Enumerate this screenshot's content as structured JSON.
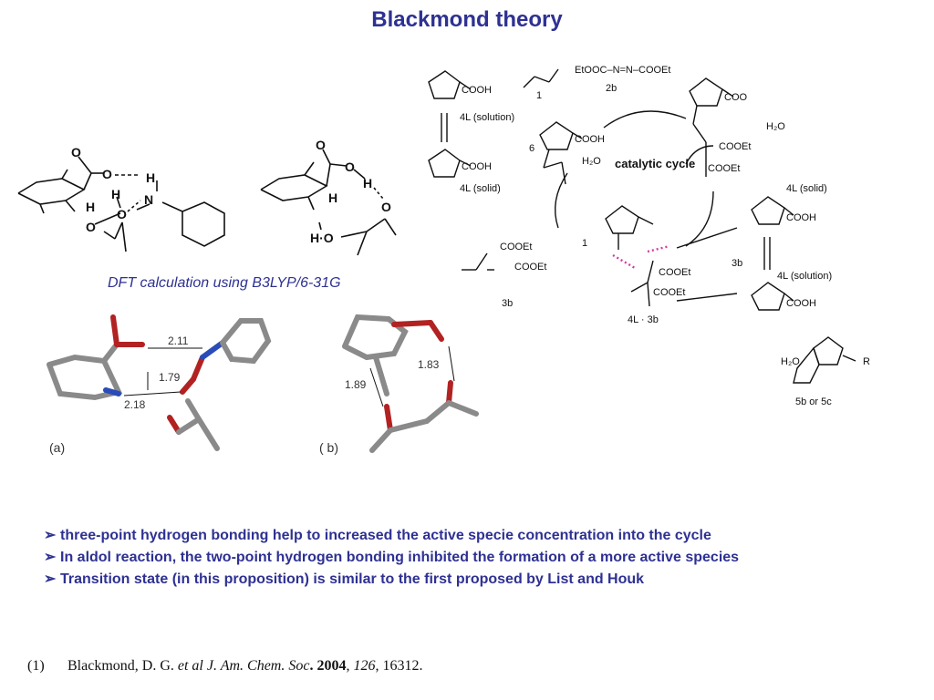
{
  "slide": {
    "title": "Blackmond theory",
    "dft_caption": "DFT calculation using B3LYP/6-31G",
    "bullets": [
      "three-point hydrogen bonding help to increased the active specie concentration into the cycle",
      "In aldol reaction, the two-point hydrogen bonding inhibited the formation of a more active species",
      "Transition state (in this proposition) is similar to the first proposed by List and Houk"
    ],
    "bullet_marker": "➢",
    "reference": {
      "number": "(1)",
      "authors": "Blackmond, D. G.",
      "etal": "et al",
      "journal": "J. Am. Chem. Soc",
      "year": "2004",
      "volume": "126",
      "pages": "16312."
    }
  },
  "structures_left": {
    "atoms": [
      "O",
      "O",
      "H",
      "H",
      "N",
      "H",
      "O",
      "O"
    ]
  },
  "structures_right": {
    "atoms": [
      "O",
      "O",
      "H",
      "H",
      "O",
      "H·O"
    ]
  },
  "dft_panels": {
    "a": {
      "label": "(a)",
      "distances": [
        "2.11",
        "1.79",
        "2.18"
      ]
    },
    "b": {
      "label": "( b)",
      "distances": [
        "1.83",
        "1.89"
      ]
    }
  },
  "catalytic_cycle": {
    "center_label": "catalytic cycle",
    "labels": {
      "proline_4L_solution": "4L (solution)",
      "proline_4L_solid": "4L (solid)",
      "aldehyde_1": "1",
      "azo_2b": "2b",
      "azo_formula": "EtOOC–N=N–COOEt",
      "enamine_6": "6",
      "h2o_left": "H₂O",
      "h2o_right": "H₂O",
      "product_3b": "3b",
      "complex": "4L · 3b",
      "oxazolidinone": "5b or 5c",
      "cooh": "COOH",
      "cooet": "COOEt",
      "coo_minus": "COO",
      "r": "R",
      "three_b_arrow": "3b"
    }
  },
  "colors": {
    "title_blue": "#2e3192",
    "oxygen_red": "#b22222",
    "nitrogen_blue": "#2a4cb8",
    "carbon_gray": "#8a8a8a",
    "hbond_magenta": "#d63a9e"
  }
}
